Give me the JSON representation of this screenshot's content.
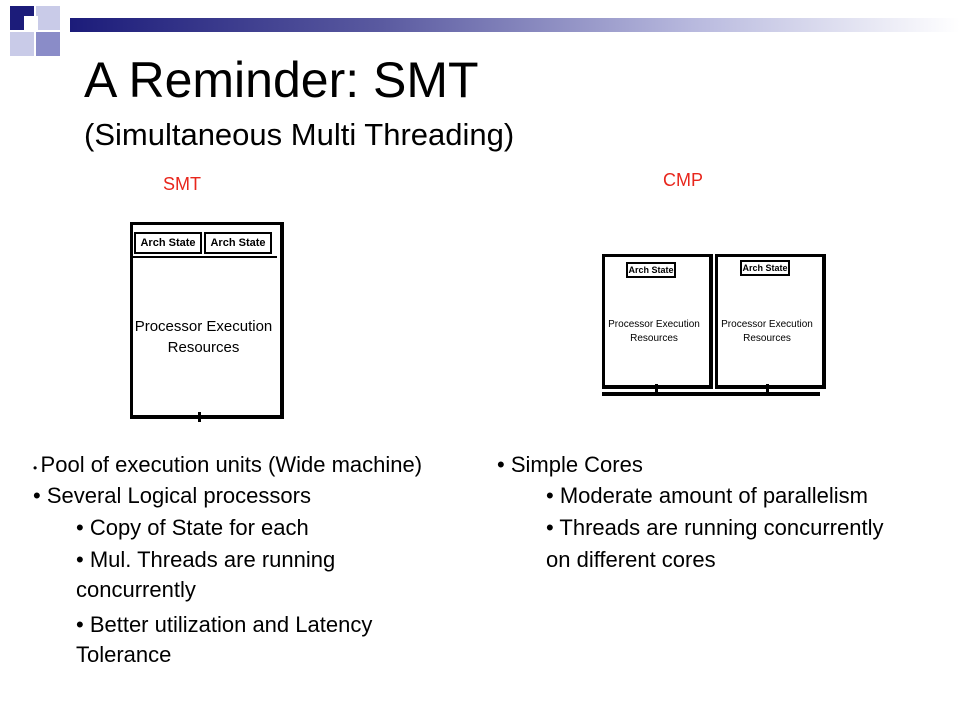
{
  "slide": {
    "title": "A Reminder: SMT",
    "subtitle": "(Simultaneous Multi Threading)"
  },
  "diagrams": {
    "smt": {
      "label": "SMT",
      "arch_state_1": "Arch State",
      "arch_state_2": "Arch State",
      "processor_line1": "Processor Execution",
      "processor_line2": "Resources"
    },
    "cmp": {
      "label": "CMP",
      "core1": {
        "arch_state": "Arch State",
        "processor_line1": "Processor Execution",
        "processor_line2": "Resources"
      },
      "core2": {
        "arch_state": "Arch State",
        "processor_line1": "Processor Execution",
        "processor_line2": "Resources"
      }
    }
  },
  "bullets": {
    "left": [
      "• ",
      "Pool of execution units (Wide machine)",
      "• Several Logical processors",
      "• Copy of State for each",
      "• Mul. Threads are running",
      "concurrently",
      "• Better utilization and Latency",
      "Tolerance"
    ],
    "right": [
      "• Simple Cores",
      "• Moderate amount of parallelism",
      "• Threads are running concurrently",
      "on different cores"
    ]
  },
  "colors": {
    "accent_red": "#e8261c",
    "navy": "#1c1c7a"
  }
}
